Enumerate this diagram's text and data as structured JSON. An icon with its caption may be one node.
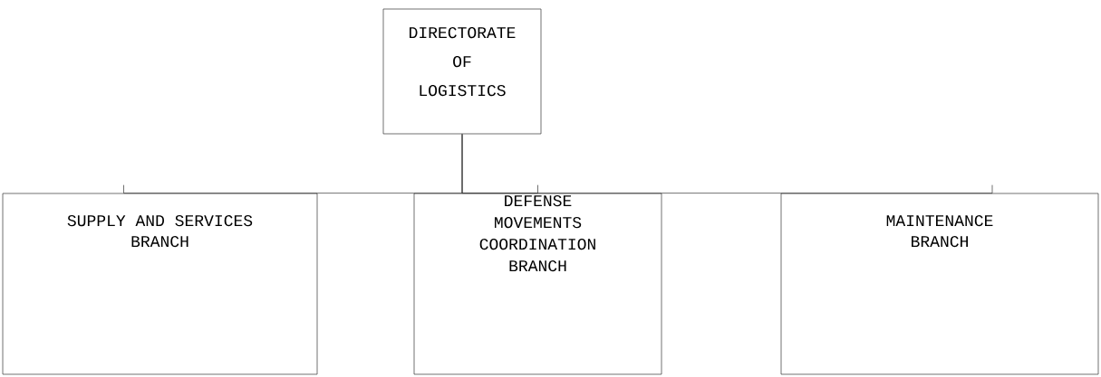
{
  "diagram": {
    "nodes": [
      {
        "text": [
          "DIRECTORATE OF LOGISTICS"
        ]
      },
      {
        "text": [
          "SUPPLY AND SERVICES BRANCH"
        ]
      },
      {
        "text": [
          "DEFENSE MOVEMENTS COORDINATION BRANCH"
        ]
      },
      {
        "text": [
          "MAINTENANCE BRANCH"
        ]
      }
    ],
    "edges": [
      {
        "from": 0,
        "to": 1,
        "arrow": "none"
      },
      {
        "from": 0,
        "to": 2,
        "arrow": "none"
      },
      {
        "from": 0,
        "to": 3,
        "arrow": "none"
      }
    ]
  }
}
